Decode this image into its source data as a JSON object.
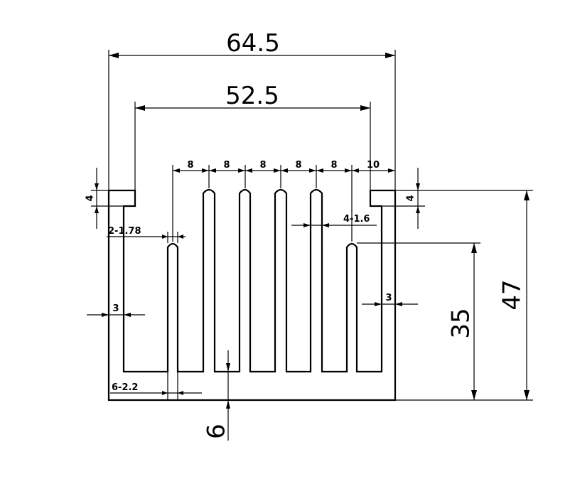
{
  "dimensions": {
    "overall_width": "64.5",
    "inner_width": "52.5",
    "height_total": "47",
    "fin_height": "35",
    "base_thickness": "6",
    "pitch_1": "8",
    "pitch_2": "8",
    "pitch_3": "8",
    "pitch_4": "8",
    "pitch_5": "8",
    "pitch_end": "10",
    "lip_left": "4",
    "lip_right": "4",
    "fin_thickness_a": "2-1.78",
    "fin_thickness_b": "4-1.6",
    "wall_left": "3",
    "wall_right": "3",
    "root_width": "6-2.2"
  }
}
